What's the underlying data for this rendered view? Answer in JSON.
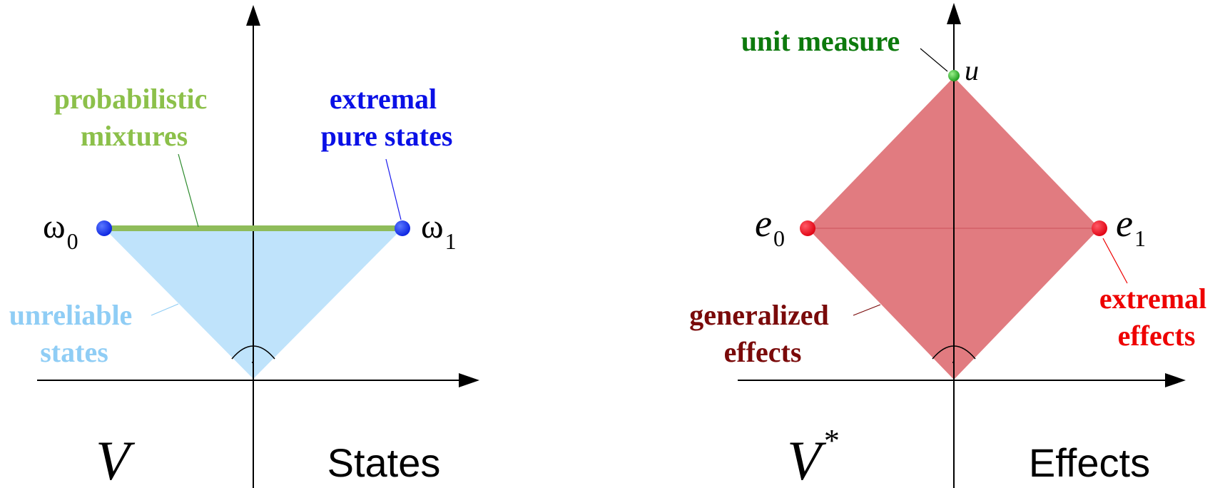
{
  "colors": {
    "axis": "#000000",
    "state_cone_fill": "#bfe3fb",
    "mixture_line": "#8fbc5a",
    "pure_state_dot": "#0a22e0",
    "effect_fill": "#e17b80",
    "effect_dot": "#ee0011",
    "unit_dot": "#22aa22",
    "label_green_light": "#8cc04a",
    "label_blue": "#0a10e6",
    "label_lightblue": "#8fcdf5",
    "label_darkgreen": "#0d7a0d",
    "label_darkred": "#7a0a0a",
    "label_red": "#ee0000"
  },
  "states_panel": {
    "space_label": "V",
    "title": "States",
    "omega_symbol": "ω",
    "omega0_sub": "0",
    "omega1_sub": "1",
    "mixtures_line1": "probabilistic",
    "mixtures_line2": "mixtures",
    "pure_line1": "extremal",
    "pure_line2": "pure states",
    "unreliable_line1": "unreliable",
    "unreliable_line2": "states",
    "right_angle_dot": "."
  },
  "effects_panel": {
    "space_label": "V",
    "space_sup": "*",
    "title": "Effects",
    "e_symbol": "e",
    "e0_sub": "0",
    "e1_sub": "1",
    "u_label": "u",
    "unit_label": "unit measure",
    "generalized_line1": "generalized",
    "generalized_line2": "effects",
    "extremal_line1": "extremal",
    "extremal_line2": "effects",
    "right_angle_dot": "."
  }
}
